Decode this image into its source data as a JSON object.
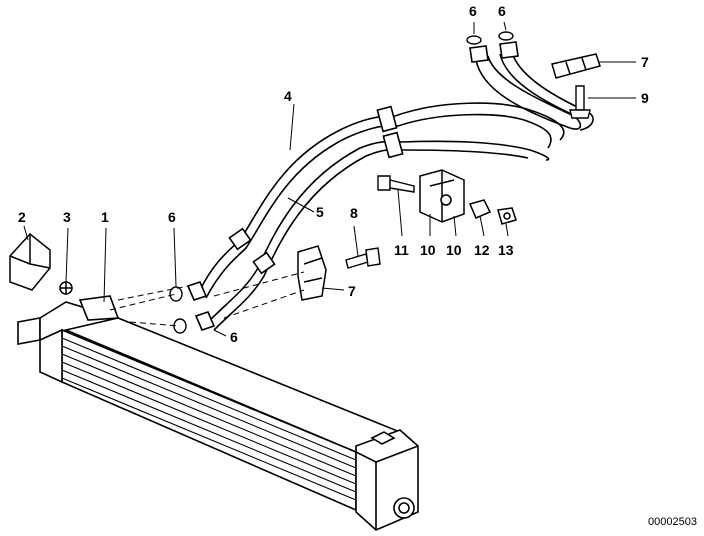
{
  "labels": {
    "p1": "1",
    "p2": "2",
    "p3": "3",
    "p4": "4",
    "p5": "5",
    "p6_top_a": "6",
    "p6_top_b": "6",
    "p6_mid": "6",
    "p6_bottom": "6",
    "p7_top": "7",
    "p7_mid": "7",
    "p8": "8",
    "p9": "9",
    "p10_a": "10",
    "p10_b": "10",
    "p11": "11",
    "p12": "12",
    "p13": "13"
  },
  "document_number": "00002503",
  "colors": {
    "line": "#000000",
    "background": "#ffffff"
  }
}
